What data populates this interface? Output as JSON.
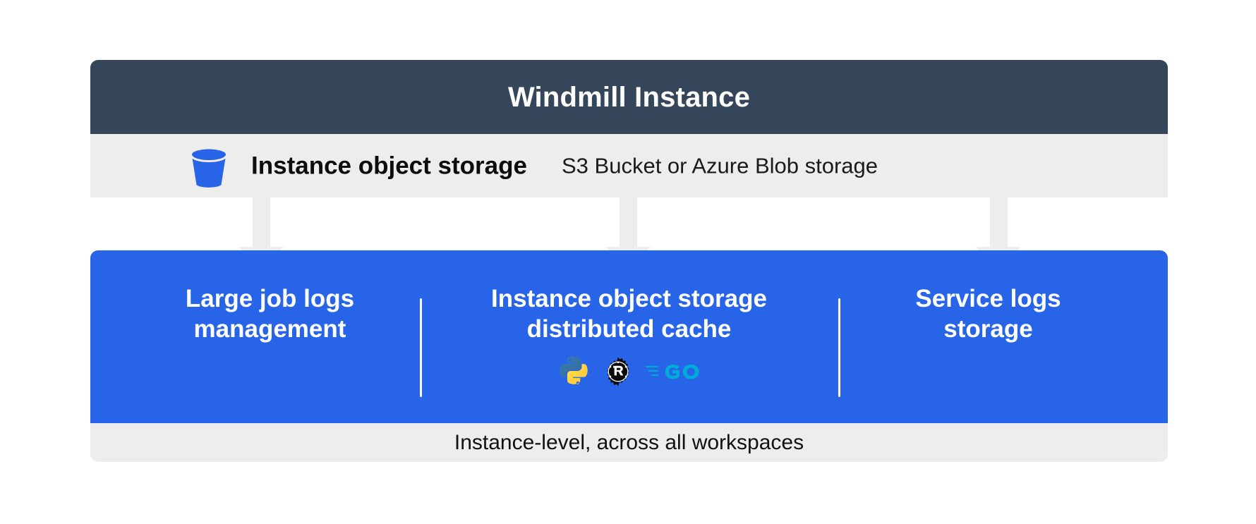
{
  "diagram": {
    "title": "Windmill Instance",
    "header_bg": "#35465B",
    "strip_bg": "#EDEDED",
    "panel_bg": "#2764E7",
    "subtitle": {
      "icon": "bucket-icon",
      "label": "Instance object storage",
      "detail": "S3 Bucket or Azure Blob storage"
    },
    "columns": [
      {
        "title": "Large job logs\nmanagement",
        "icons": []
      },
      {
        "title": "Instance object storage\ndistributed cache",
        "icons": [
          "python-logo-icon",
          "rust-logo-icon",
          "go-logo-icon"
        ]
      },
      {
        "title": "Service logs\nstorage",
        "icons": []
      }
    ],
    "footer": "Instance-level, across all workspaces",
    "arrows": [
      {
        "name": "arrow-to-large-job-logs"
      },
      {
        "name": "arrow-to-distributed-cache"
      },
      {
        "name": "arrow-to-service-logs"
      }
    ]
  }
}
